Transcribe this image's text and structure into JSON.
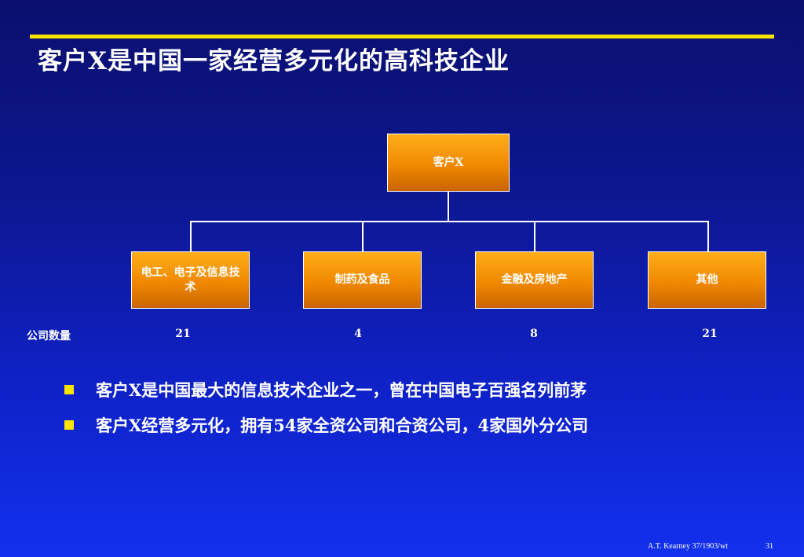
{
  "title": "客户X是中国一家经营多元化的高科技企业",
  "org_chart": {
    "root": "客户X",
    "children": [
      "电工、电子及信息技术",
      "制药及食品",
      "金融及房地产",
      "其他"
    ]
  },
  "company_count": {
    "label": "公司数量",
    "values": [
      "21",
      "4",
      "8",
      "21"
    ]
  },
  "bullets": [
    "客户X是中国最大的信息技术企业之一，曾在中国电子百强名列前茅",
    "客户X经营多元化，拥有54家全资公司和合资公司，4家国外分公司"
  ],
  "footer": {
    "source": "A.T. Kearney 37/1903/wt",
    "page": "31"
  },
  "colors": {
    "accent_line": "#ffe400",
    "box_orange": "#f08800",
    "background": "#0f22c8"
  }
}
